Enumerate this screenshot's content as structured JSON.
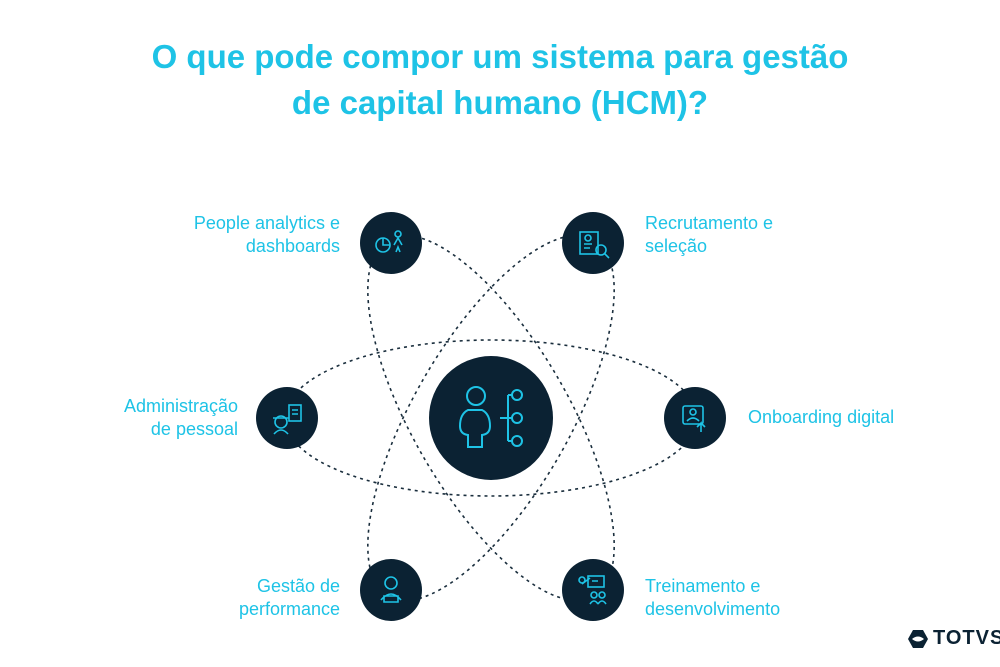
{
  "title_line1": "O que pode compor um sistema para gestão",
  "title_line2": "de capital humano (HCM)?",
  "items": [
    {
      "line1": "People analytics e",
      "line2": "dashboards",
      "icon": "chart-people-icon"
    },
    {
      "line1": "Recrutamento e",
      "line2": "seleção",
      "icon": "resume-search-icon"
    },
    {
      "line1": "Administração",
      "line2": "de pessoal",
      "icon": "worker-clipboard-icon"
    },
    {
      "line1": "Onboarding digital",
      "line2": "",
      "icon": "profile-upload-icon"
    },
    {
      "line1": "Gestão de",
      "line2": "performance",
      "icon": "person-laptop-icon"
    },
    {
      "line1": "Treinamento e",
      "line2": "desenvolvimento",
      "icon": "presentation-icon"
    }
  ],
  "logo": "TOTVS",
  "colors": {
    "accent": "#1ec3e6",
    "dark": "#0b2233"
  }
}
